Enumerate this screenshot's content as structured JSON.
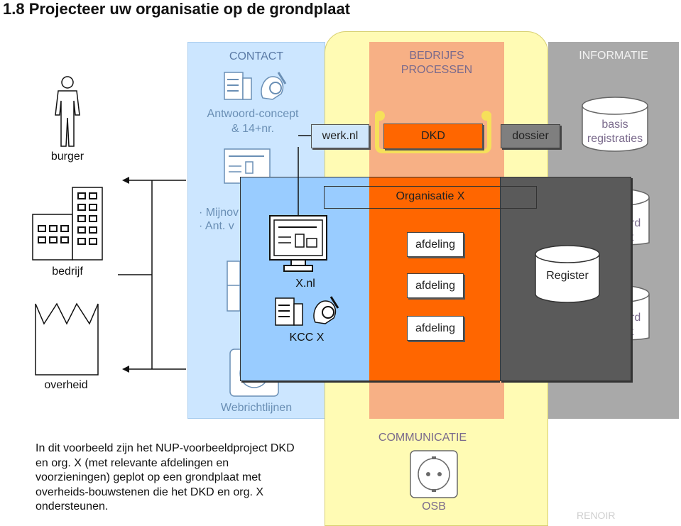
{
  "title": "1.8 Projecteer uw organisatie op de grondplaat",
  "actors": {
    "burger": "burger",
    "bedrijf": "bedrijf",
    "overheid": "overheid"
  },
  "columns": {
    "contact": "CONTACT",
    "bedrijfsprocessen_line1": "BEDRIJFS",
    "bedrijfsprocessen_line2": "PROCESSEN",
    "informatie": "INFORMATIE",
    "communicatie": "COMMUNICATIE"
  },
  "contact_items": {
    "antwoord_line1": "Antwoord-concept",
    "antwoord_line2": "& 14+nr.",
    "mijnov": "· Mijnov",
    "antv": "· Ant. v",
    "webrichtlijnen": "Webrichtlijnen"
  },
  "bar": {
    "werknl": "werk.nl",
    "dkd": "DKD",
    "dossier": "dossier"
  },
  "informatie_items": {
    "basis_line1": "basis",
    "basis_line2": "registraties",
    "partial1a": "rd",
    "partial1b": "t",
    "partial2a": "rd",
    "partial2b": "t"
  },
  "organisatie": {
    "title": "Organisatie X",
    "afdelingen": [
      "afdeling",
      "afdeling",
      "afdeling"
    ],
    "xnl": "X.nl",
    "kcc": "KCC X",
    "register": "Register"
  },
  "osb": "OSB",
  "note": "In dit voorbeeld zijn het NUP-voorbeeldproject DKD en org. X (met relevante afdelingen en voorzieningen) geplot op een grondplaat met overheids-bouwstenen die het DKD en org. X ondersteunen.",
  "footer": "RENOIR",
  "colors": {
    "contact_bg": "#cce6ff",
    "communicatie_bg": "#fffbb4",
    "processen_bg": "#f7b085",
    "informatie_bg": "#a9a9a9",
    "org_blue": "#99ccff",
    "org_orange": "#ff6600",
    "org_gray": "#5a5a5a"
  }
}
